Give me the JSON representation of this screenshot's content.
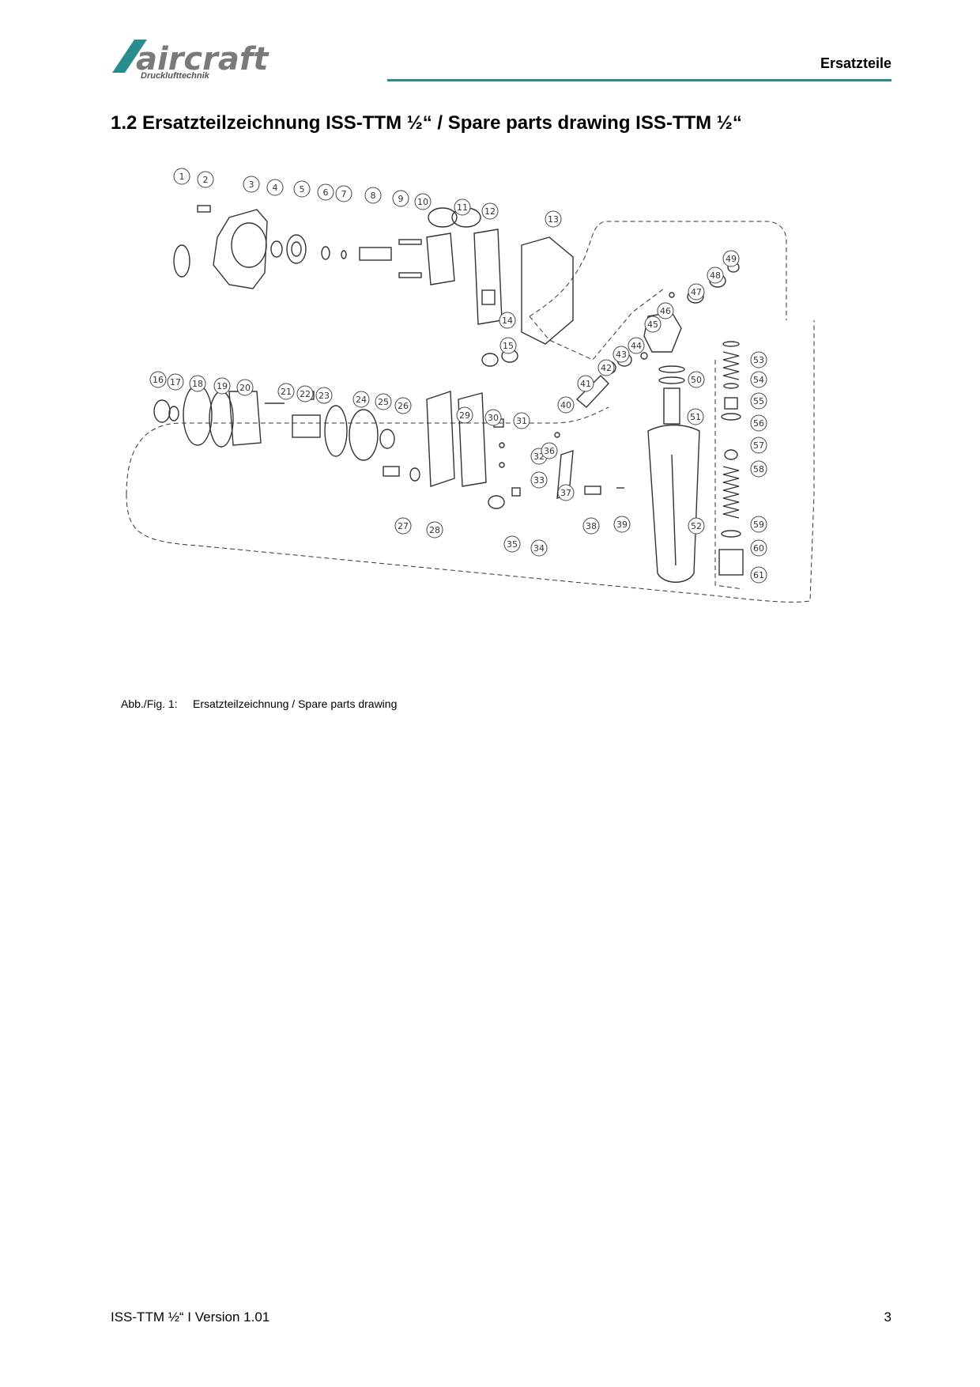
{
  "header": {
    "logo_text": "aircraft",
    "logo_subtitle": "Drucklufttechnik",
    "section_label": "Ersatzteile",
    "accent_color": "#2a8c8c"
  },
  "main": {
    "title": "1.2  Ersatzteilzeichnung ISS-TTM ½“  / Spare parts drawing ISS-TTM ½“",
    "figure": {
      "caption_label": "Abb./Fig. 1:",
      "caption_text": "Ersatzteilzeichnung / Spare parts drawing",
      "part_numbers": [
        "1",
        "2",
        "3",
        "4",
        "5",
        "6",
        "7",
        "8",
        "9",
        "10",
        "11",
        "12",
        "13",
        "14",
        "15",
        "16",
        "17",
        "18",
        "19",
        "20",
        "21",
        "22",
        "23",
        "24",
        "25",
        "26",
        "27",
        "28",
        "29",
        "30",
        "31",
        "32",
        "33",
        "34",
        "35",
        "36",
        "37",
        "38",
        "39",
        "40",
        "41",
        "42",
        "43",
        "44",
        "45",
        "46",
        "47",
        "48",
        "49",
        "50",
        "51",
        "52",
        "53",
        "54",
        "55",
        "56",
        "57",
        "58",
        "59",
        "60",
        "61"
      ]
    }
  },
  "footer": {
    "doc_version": "ISS-TTM ½“  I Version 1.01",
    "page_number": "3"
  }
}
